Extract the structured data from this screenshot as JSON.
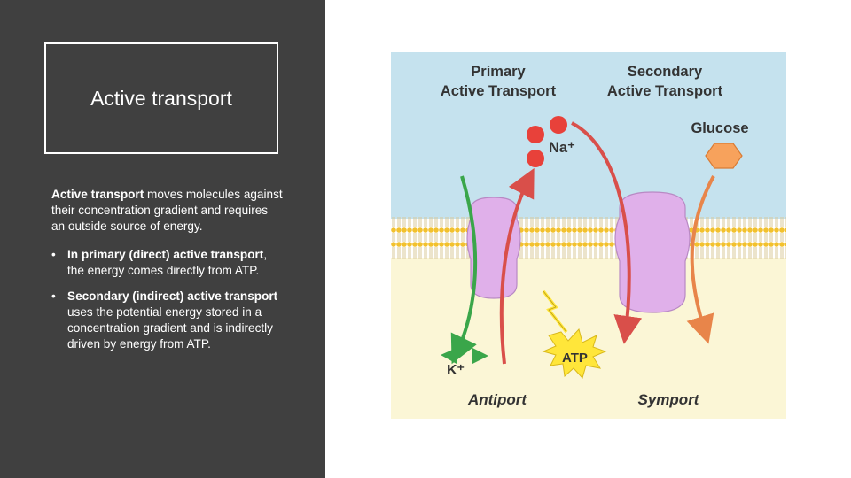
{
  "slide": {
    "title": "Active transport",
    "intro_bold": "Active transport",
    "intro_rest": " moves molecules against their concentration gradient and requires an outside source of energy.",
    "bullets": [
      {
        "bullet": "•",
        "bold": "In primary (direct) active transport",
        "rest": ", the energy comes directly from ATP."
      },
      {
        "bullet": "•",
        "bold": "Secondary (indirect) active transport",
        "rest": " uses the potential energy stored in a concentration gradient and is indirectly driven by energy from ATP."
      }
    ]
  },
  "figure": {
    "primary_line1": "Primary",
    "primary_line2": "Active Transport",
    "secondary_line1": "Secondary",
    "secondary_line2": "Active Transport",
    "na_label": "Na⁺",
    "glucose_label": "Glucose",
    "k_label": "K⁺",
    "atp_label": "ATP",
    "antiport_label": "Antiport",
    "symport_label": "Symport",
    "colors": {
      "background_left": "#404040",
      "extracellular": "#c5e2ee",
      "cytoplasm": "#fbf6d6",
      "lipid_head": "#f2c12e",
      "protein": "#e0b0ea",
      "sodium": "#e8413a",
      "potassium": "#3aa64a",
      "glucose": "#f7a25c",
      "atp": "#ffe63a"
    }
  }
}
